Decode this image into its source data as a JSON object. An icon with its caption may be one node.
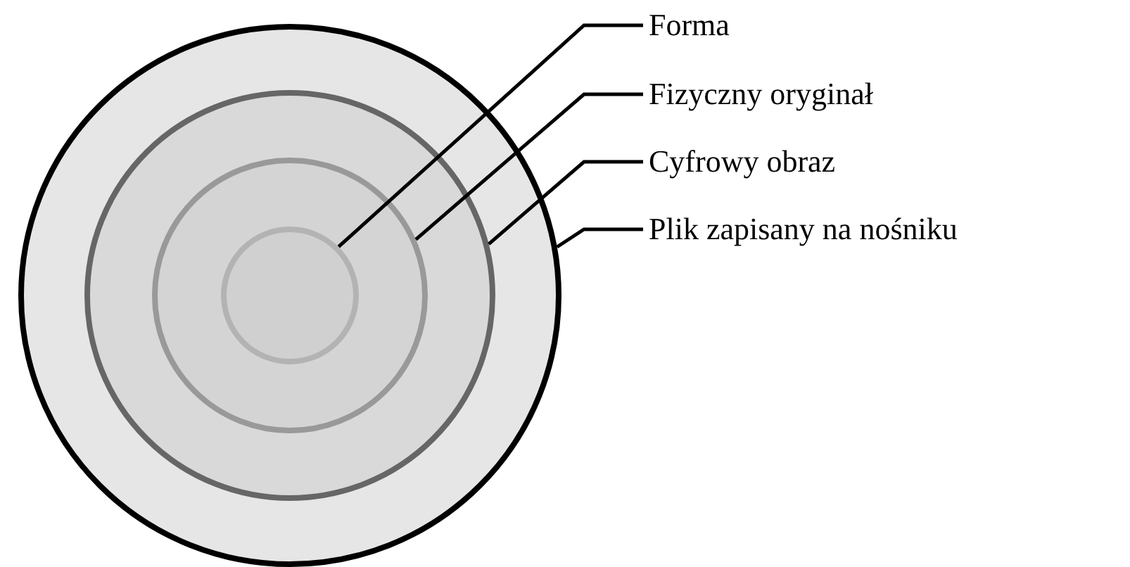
{
  "diagram": {
    "nodes": [
      {
        "text": [
          "Forma"
        ]
      },
      {
        "text": [
          "Fizyczny oryginał"
        ]
      },
      {
        "text": [
          "Cyfrowy obraz"
        ]
      },
      {
        "text": [
          "Plik zapisany na nośniku"
        ]
      },
      {
        "text": [],
        "shape": "circle"
      },
      {
        "text": [],
        "shape": "circle",
        "in": 4
      },
      {
        "text": [],
        "shape": "circle",
        "in": 5
      },
      {
        "text": [],
        "shape": "circle",
        "in": 6
      }
    ],
    "edges": [
      {
        "from": 0,
        "to": 7,
        "arrow": "none"
      },
      {
        "from": 1,
        "to": 6,
        "arrow": "none"
      },
      {
        "from": 2,
        "to": 5,
        "arrow": "none"
      },
      {
        "from": 3,
        "to": 4,
        "arrow": "none"
      }
    ]
  }
}
